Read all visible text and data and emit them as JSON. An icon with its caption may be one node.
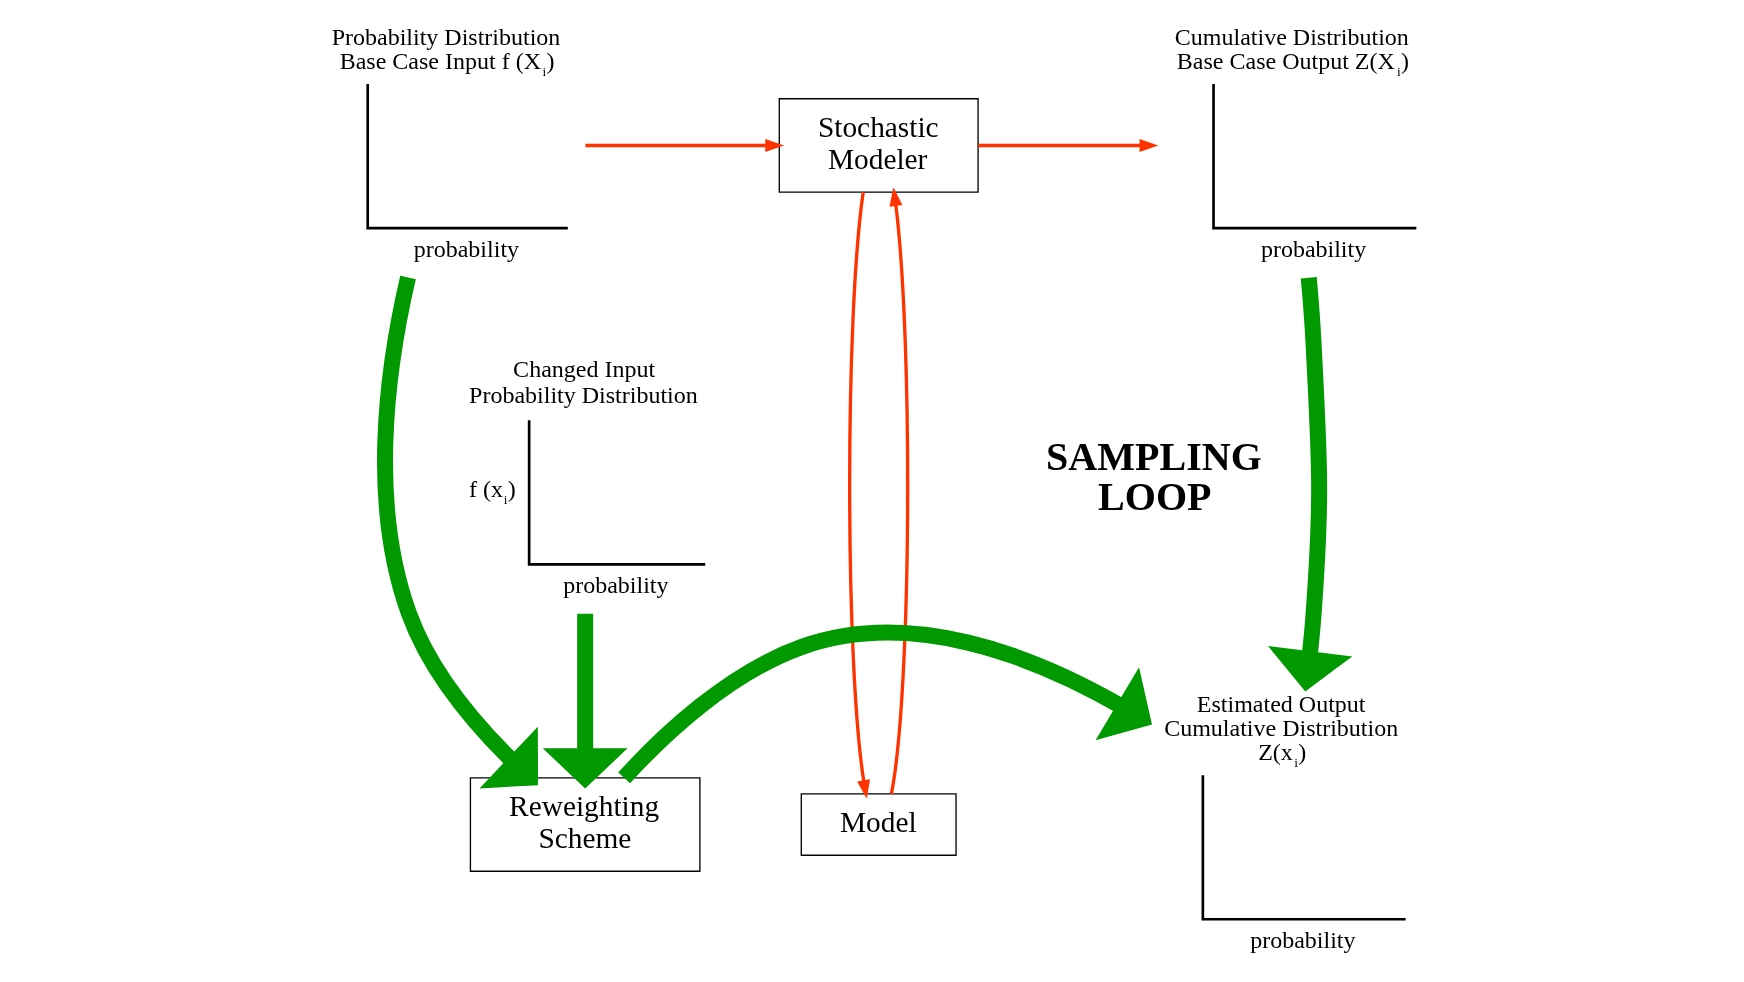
{
  "diagram": {
    "nodes": [
      {
        "text": [
          "Cumulative Distribution Base Case Output Z(X$_{i}$)",
          "probability"
        ]
      },
      {
        "text": [
          "Probability Distribution Base Case Input f (X$_{i}$)",
          "probability"
        ]
      },
      {
        "text": [
          "Stochastic Modeler"
        ]
      },
      {
        "text": [
          "Model"
        ]
      },
      {
        "text": [
          "Changed Input Probability Distribution",
          "f (x$_{i}$)",
          "probability"
        ]
      },
      {
        "text": [
          "Reweighting Scheme"
        ]
      },
      {
        "text": [
          "Estimated Output Cumulative Distribution Z(x$_{i}$)",
          "probability"
        ]
      }
    ],
    "edges": [
      {
        "from": 1,
        "to": 2,
        "arrow": "to"
      },
      {
        "from": 2,
        "to": 0,
        "arrow": "to"
      },
      {
        "from": 3,
        "to": 2,
        "arrow": "to"
      },
      {
        "from": 2,
        "to": 3,
        "arrow": "to"
      },
      {
        "from": 0,
        "to": 6,
        "arrow": "to",
        "style": "thick",
        "color": "#009900"
      },
      {
        "from": 1,
        "to": 5,
        "arrow": "to",
        "style": "thick",
        "color": "#009900"
      },
      {
        "from": 4,
        "to": 5,
        "arrow": "to",
        "style": "thick",
        "color": "#009900"
      },
      {
        "from": 5,
        "to": 6,
        "arrow": "to",
        "style": "thick",
        "color": "#009900"
      }
    ],
    "labels": [
      "SAMPLING LOOP"
    ]
  }
}
